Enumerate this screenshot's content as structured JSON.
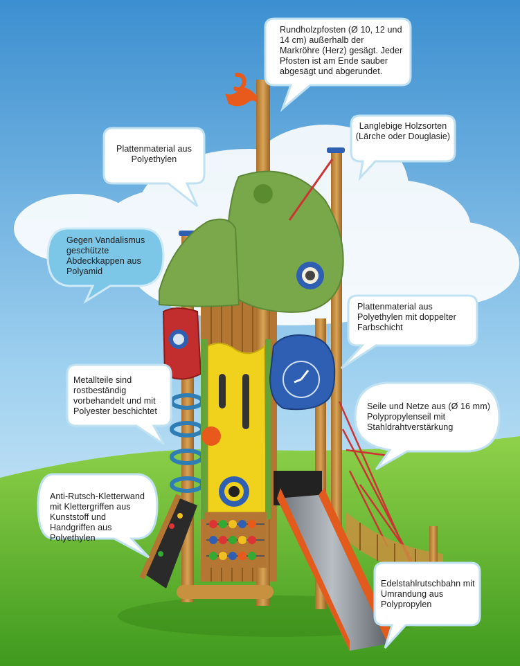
{
  "colors": {
    "sky_top": "#4a9fd8",
    "sky_bottom": "#cde8f7",
    "grass": "#6fbe2e",
    "bubble_fill": "#ffffff",
    "bubble_stroke": "#bfe1f2",
    "vandal_bubble_fill": "#7cc6e8",
    "wood": "#c8913f",
    "green_panel": "#7aa84a",
    "red_panel": "#c22d2d",
    "yellow_panel": "#f0d21c",
    "blue_panel": "#2f5fb3",
    "slide_orange": "#e25a1c",
    "slide_steel": "#8a9096"
  },
  "annotations": {
    "posts": "Rundholzpfosten (Ø 10, 12 und 14 cm) außerhalb der Markröhre (Herz) gesägt. Jeder Pfosten ist am Ende sauber abgesägt und abgerundet.",
    "woods": "Langlebige Holzsorten (Lärche oder Douglasie)",
    "plate_pe": "Plattenmaterial aus Polyethylen",
    "caps": "Gegen Vandalismus geschützte Abdeckkappen aus Polyamid",
    "plate_double": "Plattenmaterial aus Polyethylen mit doppelter Farbschicht",
    "metal": "Metallteile sind rostbeständig vorbehandelt und mit Polyester beschichtet",
    "ropes": "Seile und Netze aus (Ø 16 mm) Polypropylenseil mit Stahldrahtverstärkung",
    "climbing": "Anti-Rutsch-Kletterwand mit Klettergriffen aus Kunststoff und Handgriffen aus Polyethylen",
    "slide": "Edelstahlrutschbahn mit Umrandung aus Polypropylen"
  },
  "icons": [
    "clock-icon",
    "flag-icon",
    "porthole-icon"
  ]
}
